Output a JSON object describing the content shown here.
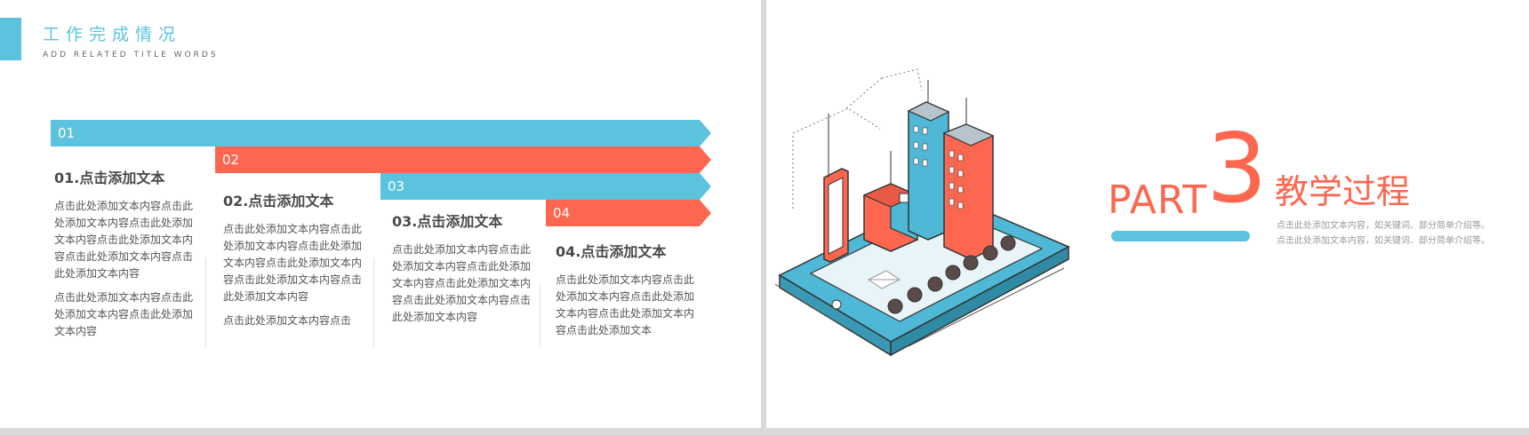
{
  "left": {
    "title": "工作完成情况",
    "subtitle": "ADD RELATED TITLE WORDS",
    "steps": [
      {
        "num": "01",
        "heading": "01.点击添加文本",
        "p1": "点击此处添加文本内容点击此处添加文本内容点击此处添加文本内容点击此处添加文本内容点击此处添加文本内容点击此处添加文本内容",
        "p2": "点击此处添加文本内容点击此处添加文本内容点击此处添加文本内容"
      },
      {
        "num": "02",
        "heading": "02.点击添加文本",
        "p1": "点击此处添加文本内容点击此处添加文本内容点击此处添加文本内容点击此处添加文本内容点击此处添加文本内容点击此处添加文本内容",
        "p2": "点击此处添加文本内容点击"
      },
      {
        "num": "03",
        "heading": "03.点击添加文本",
        "p1": "点击此处添加文本内容点击此处添加文本内容点击此处添加文本内容点击此处添加文本内容点击此处添加文本内容点击此处添加文本内容",
        "p2": ""
      },
      {
        "num": "04",
        "heading": "04.点击添加文本",
        "p1": "点击此处添加文本内容点击此处添加文本内容点击此处添加文本内容点击此处添加文本内容点击此处添加文本",
        "p2": ""
      }
    ]
  },
  "right": {
    "part_label": "PART",
    "part_number": "3",
    "section_title": "教学过程",
    "desc_lines": [
      "点击此处添加文本内容，如关键词、部分简单介绍等。",
      "点击此处添加文本内容，如关键词、部分简单介绍等。"
    ]
  },
  "colors": {
    "blue": "#5bc3de",
    "red": "#fd6750",
    "text": "#4a4a4a"
  },
  "illustration": {
    "icon": "isometric-city-tablet-illustration"
  }
}
